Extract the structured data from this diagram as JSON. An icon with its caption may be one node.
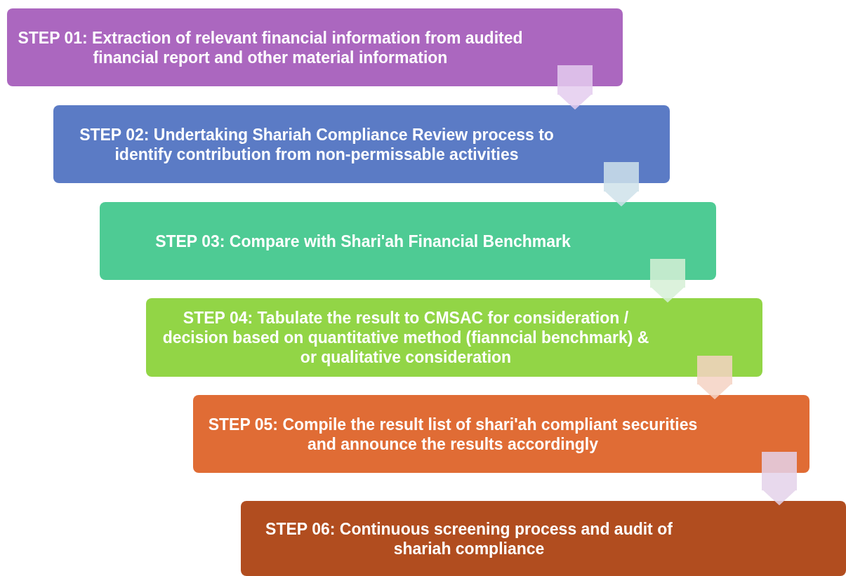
{
  "diagram": {
    "nodes": [
      {
        "text": [
          "STEP 01: Extraction of relevant financial information from audited financial report and other material information"
        ]
      },
      {
        "text": [
          "STEP 02: Undertaking Shariah Compliance Review process to identify contribution from non-permissable activities"
        ]
      },
      {
        "text": [
          "STEP 03: Compare with Shari'ah Financial Benchmark"
        ]
      },
      {
        "text": [
          "STEP 04: Tabulate the result to CMSAC for consideration / decision based on quantitative method (fianncial benchmark) & or qualitative consideration"
        ]
      },
      {
        "text": [
          "STEP 05: Compile the result list of shari'ah compliant securities and announce the results accordingly"
        ]
      },
      {
        "text": [
          "STEP 06: Continuous screening process and audit of shariah compliance"
        ]
      }
    ],
    "edges": [
      {
        "from": 0,
        "to": 1,
        "arrow": "to"
      },
      {
        "from": 1,
        "to": 2,
        "arrow": "to"
      },
      {
        "from": 2,
        "to": 3,
        "arrow": "to"
      },
      {
        "from": 3,
        "to": 4,
        "arrow": "to"
      },
      {
        "from": 4,
        "to": 5,
        "arrow": "to"
      }
    ]
  }
}
